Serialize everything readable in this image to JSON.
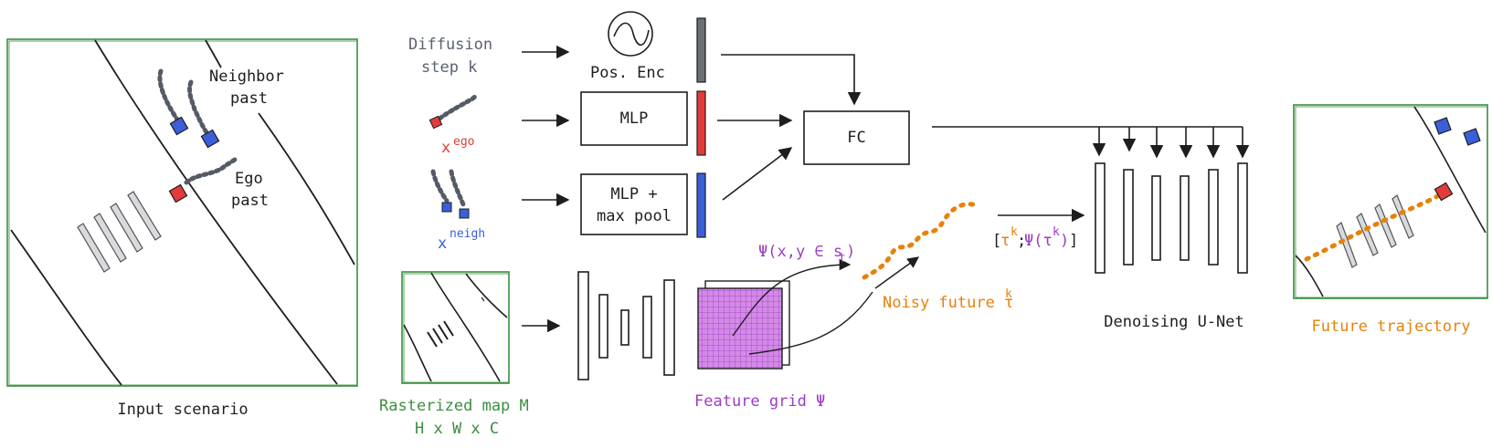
{
  "colors": {
    "green": "#3a8f3f",
    "purple": "#9b3dc4",
    "orange": "#e8810a",
    "red": "#e23b3b",
    "blue": "#3a5fd9",
    "gray_text": "#5a6270",
    "black": "#1e1e1e"
  },
  "labels": {
    "diffusion": "Diffusion",
    "step_k": "step k",
    "pos_enc": "Pos. Enc",
    "mlp": "MLP",
    "mlp_maxpool_1": "MLP +",
    "mlp_maxpool_2": "max pool",
    "fc": "FC",
    "x_ego_x": "x",
    "x_ego_sup": "ego",
    "x_neigh_x": "x",
    "x_neigh_sup": "neigh",
    "neighbor": "Neighbor",
    "past1": "past",
    "ego": "Ego",
    "past2": "past",
    "input_scenario": "Input scenario",
    "rasterized_1": "Rasterized map M",
    "rasterized_2": "H x W x C",
    "feature_grid": "Feature grid Ψ",
    "psi_label": "Ψ(x,y ∈ s",
    "psi_sub": "t",
    "psi_close": ")",
    "noisy_future": "Noisy future τ",
    "noisy_sup": "k",
    "concat_open": "[",
    "concat_tau": "τ",
    "concat_k1": "k",
    "concat_sep": ";",
    "concat_psi": "Ψ(τ",
    "concat_k2": "k",
    "concat_close": ")",
    "concat_end": "]",
    "denoising": "Denoising U-Net",
    "future_traj": "Future trajectory"
  }
}
